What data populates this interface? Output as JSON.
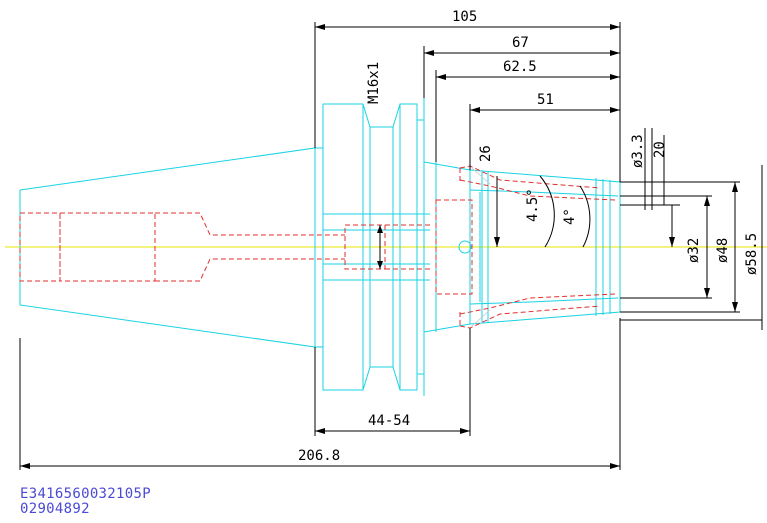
{
  "drawing": {
    "dimensions": {
      "d105": "105",
      "d67": "67",
      "d62_5": "62.5",
      "d51": "51",
      "d26": "26",
      "d3_3": "ø3.3",
      "d20": "20",
      "thread": "M16x1",
      "angle_a": "4.5°",
      "angle_b": "4°",
      "dia32": "ø32",
      "dia48": "ø48",
      "dia58_5": "ø58.5",
      "d44_54": "44-54",
      "d206_8": "206.8"
    },
    "part_number": "E3416560032105P",
    "drawing_number": "02904892"
  },
  "colors": {
    "outline": "#19d3e3",
    "hidden": "#e03030",
    "centerline": "#e6e600",
    "dimension": "#000000",
    "caption": "#4a4ad6",
    "hatch": "#c8c8c8"
  }
}
